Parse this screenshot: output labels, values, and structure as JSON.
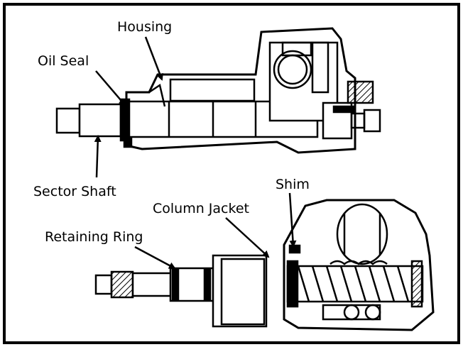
{
  "labels": {
    "housing": "Housing",
    "oil_seal": "Oil Seal",
    "sector_shaft": "Sector Shaft",
    "shim": "Shim",
    "column_jacket": "Column Jacket",
    "retaining_ring": "Retaining Ring"
  },
  "colors": {
    "ink": "#000000",
    "paper": "#ffffff"
  }
}
